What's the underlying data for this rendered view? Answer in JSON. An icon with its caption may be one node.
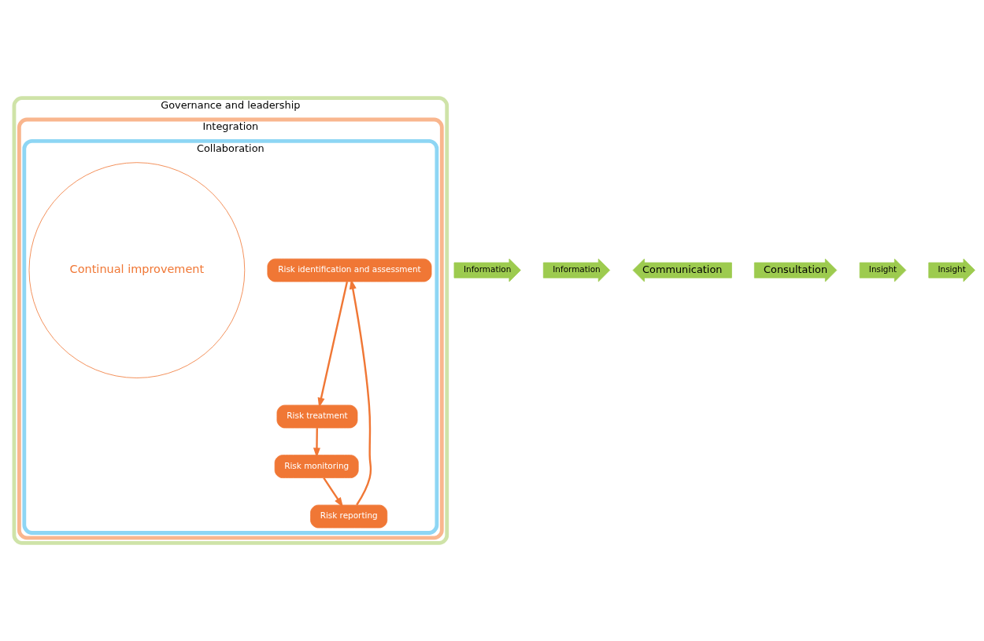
{
  "diagram": {
    "nodes": [
      {
        "text": [
          "Governance and leadership"
        ]
      },
      {
        "text": [
          "Integration"
        ],
        "in": 0
      },
      {
        "text": [
          "Collaboration"
        ],
        "in": 1
      },
      {
        "text": [
          "Risk identification and assessment"
        ],
        "in": 2
      },
      {
        "text": [
          "Risk treatment"
        ],
        "in": 2
      },
      {
        "text": [
          "Risk monitoring"
        ],
        "in": 2
      },
      {
        "text": [
          "Risk reporting"
        ],
        "in": 2
      },
      {
        "text": [
          "Continual improvement"
        ],
        "in": 2
      },
      {
        "text": [
          "Information"
        ]
      },
      {
        "text": [
          "Information"
        ]
      },
      {
        "text": [
          "Communication"
        ]
      },
      {
        "text": [
          "Consultation"
        ]
      },
      {
        "text": [
          "Insight"
        ]
      },
      {
        "text": [
          "Insight"
        ]
      }
    ],
    "edges": [
      {
        "from": 3,
        "to": 4,
        "arrow": "to"
      },
      {
        "from": 4,
        "to": 5,
        "arrow": "to"
      },
      {
        "from": 5,
        "to": 6,
        "arrow": "to"
      },
      {
        "from": 6,
        "to": 3,
        "arrow": "to"
      }
    ]
  }
}
